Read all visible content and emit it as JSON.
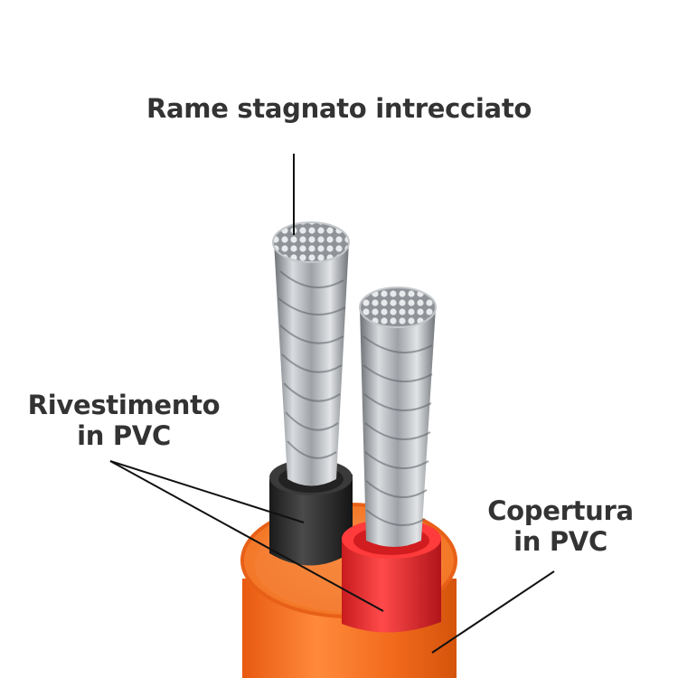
{
  "labels": {
    "top": "Rame stagnato intrecciato",
    "left_line1": "Rivestimento",
    "left_line2": "in PVC",
    "right_line1": "Copertura",
    "right_line2": "in PVC"
  },
  "colors": {
    "jacket": "#f26a1c",
    "jacket_dark": "#d4540c",
    "jacket_light": "#ff8a3c",
    "inner_black": "#2a2a2a",
    "inner_red": "#e8262a",
    "copper_tin": "#b9bcc0",
    "text": "#333333",
    "leader": "#111111"
  }
}
